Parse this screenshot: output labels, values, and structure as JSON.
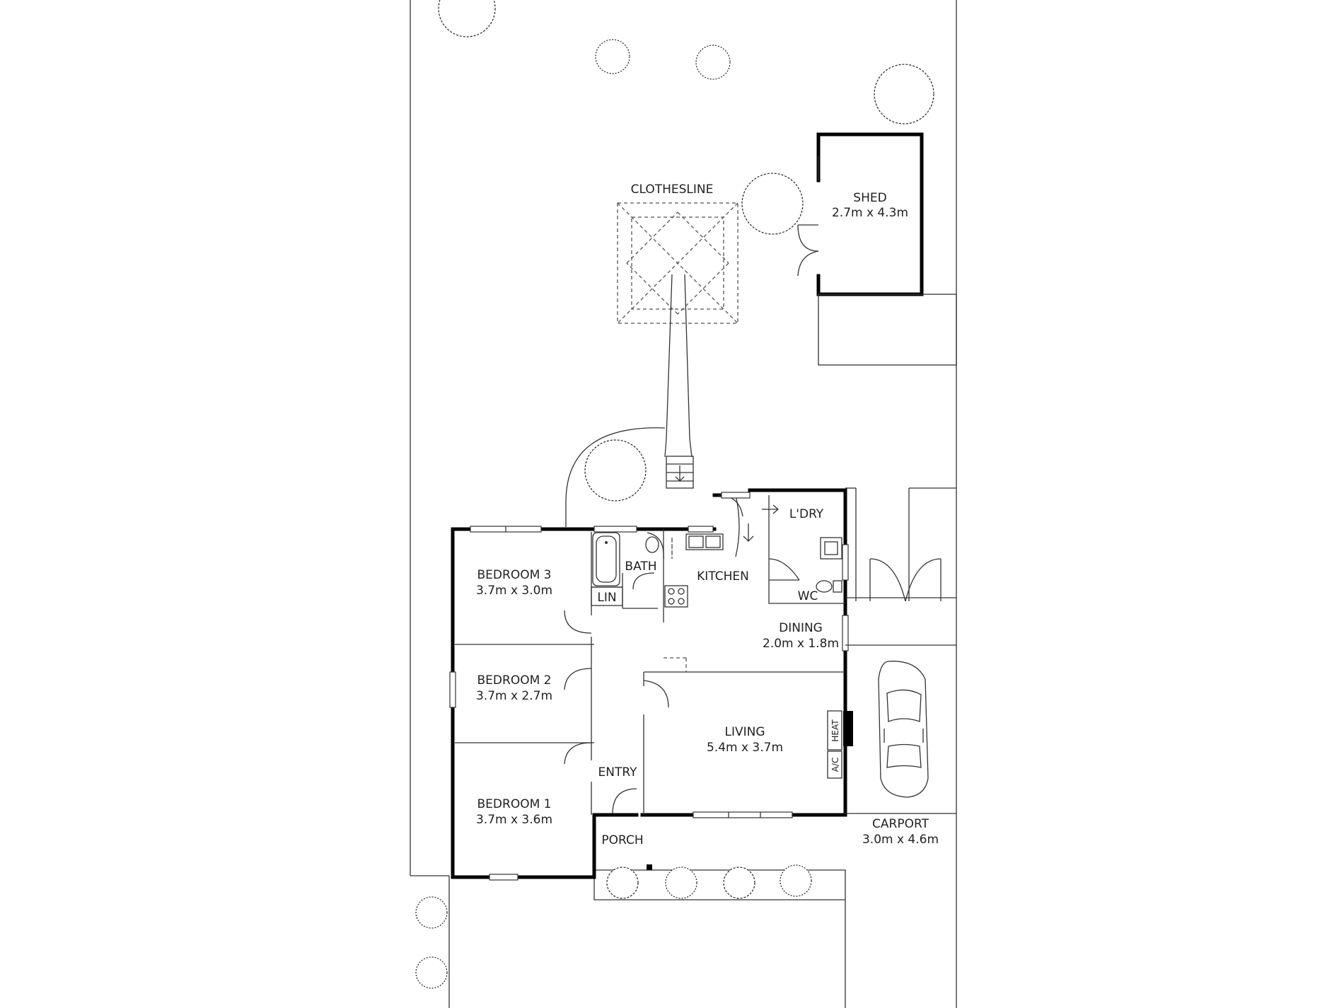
{
  "rooms": {
    "clothesline": "CLOTHESLINE",
    "shed": {
      "name": "SHED",
      "size": "2.7m x 4.3m"
    },
    "laundry": "L'DRY",
    "bath": "BATH",
    "kitchen": "KITCHEN",
    "wc": "WC",
    "linen": "LIN",
    "bedroom3": {
      "name": "BEDROOM 3",
      "size": "3.7m x 3.0m"
    },
    "dining": {
      "name": "DINING",
      "size": "2.0m x 1.8m"
    },
    "bedroom2": {
      "name": "BEDROOM 2",
      "size": "3.7m x 2.7m"
    },
    "living": {
      "name": "LIVING",
      "size": "5.4m x 3.7m"
    },
    "entry": "ENTRY",
    "bedroom1": {
      "name": "BEDROOM 1",
      "size": "3.7m x 3.6m"
    },
    "porch": "PORCH",
    "carport": {
      "name": "CARPORT",
      "size": "3.0m x 4.6m"
    }
  },
  "fixtures": {
    "heater": "HEAT",
    "aircon": "A/C"
  }
}
